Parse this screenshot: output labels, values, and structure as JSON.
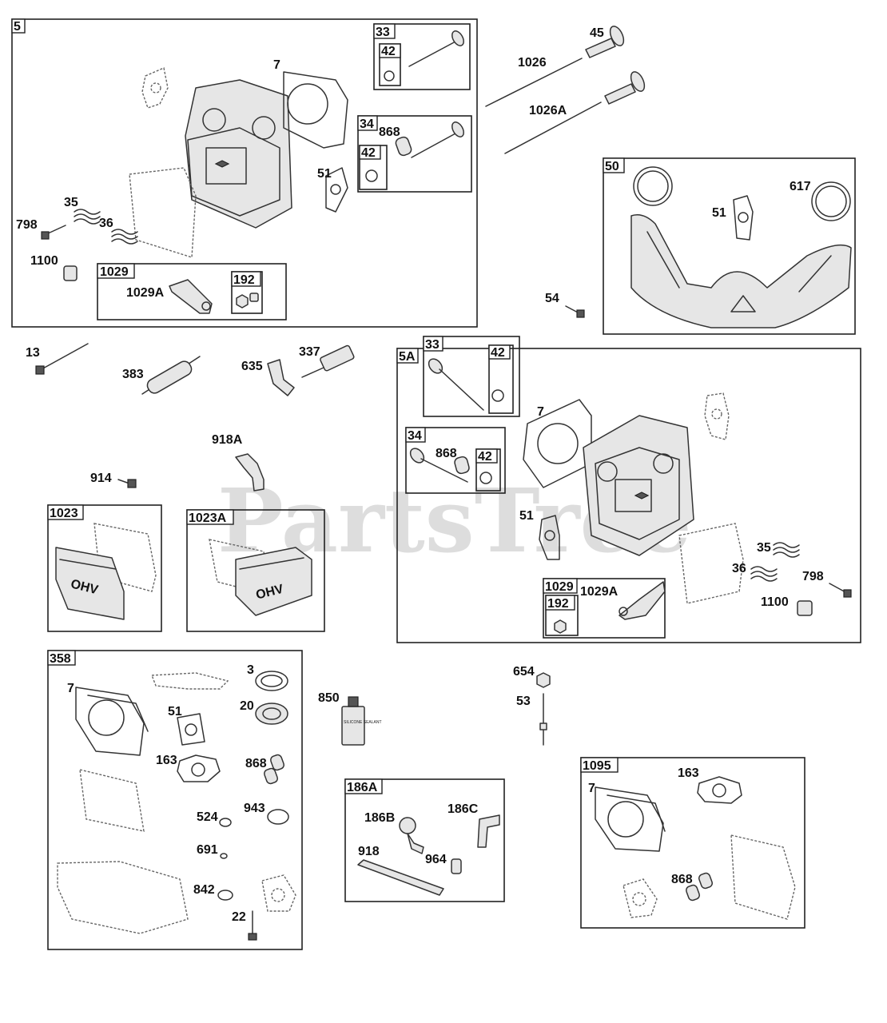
{
  "watermark": "PartsTree",
  "groups": {
    "g5": "5",
    "g33a": "33",
    "g42a": "42",
    "g34a": "34",
    "g42b": "42",
    "g1029a": "1029",
    "g192a": "192",
    "g50": "50",
    "g5A": "5A",
    "g33b": "33",
    "g42c": "42",
    "g34b": "34",
    "g42d": "42",
    "g1029b": "1029",
    "g192b": "192",
    "g1023": "1023",
    "g1023A": "1023A",
    "g358": "358",
    "g186A": "186A",
    "g1095": "1095"
  },
  "labels": {
    "p7a": "7",
    "p868a": "868",
    "p51a": "51",
    "p35a": "35",
    "p798a": "798",
    "p36a": "36",
    "p1100a": "1100",
    "p1029Aa": "1029A",
    "p45": "45",
    "p1026": "1026",
    "p1026A": "1026A",
    "p617": "617",
    "p51b": "51",
    "p54": "54",
    "p13": "13",
    "p383": "383",
    "p635": "635",
    "p337": "337",
    "p918A": "918A",
    "p914": "914",
    "p7b": "7",
    "p868b": "868",
    "p51c": "51",
    "p35b": "35",
    "p36b": "36",
    "p798b": "798",
    "p1100b": "1100",
    "p1029Ab": "1029A",
    "p3": "3",
    "p7c": "7",
    "p20": "20",
    "p51d": "51",
    "p163a": "163",
    "p868c": "868",
    "p524": "524",
    "p943": "943",
    "p691": "691",
    "p842": "842",
    "p22": "22",
    "p850": "850",
    "p654": "654",
    "p53": "53",
    "p186B": "186B",
    "p186C": "186C",
    "p918": "918",
    "p964": "964",
    "p7d": "7",
    "p163b": "163",
    "p868d": "868"
  },
  "cover_text": "OHV",
  "sealant_text": "SILICONE SEALANT"
}
